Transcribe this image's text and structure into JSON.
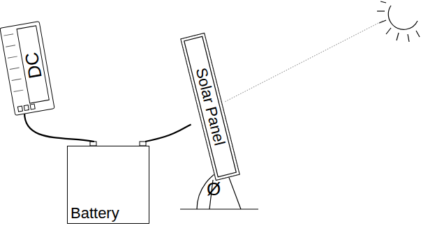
{
  "diagram": {
    "nodes": [
      {
        "text": [
          "DC"
        ]
      },
      {
        "text": [
          "Battery"
        ]
      },
      {
        "text": [
          "Solar Panel"
        ]
      }
    ],
    "edges": [
      {
        "from": 0,
        "to": 1,
        "arrow": "none"
      },
      {
        "from": 1,
        "to": 2,
        "arrow": "none"
      }
    ],
    "labels": [
      "Ø"
    ]
  }
}
